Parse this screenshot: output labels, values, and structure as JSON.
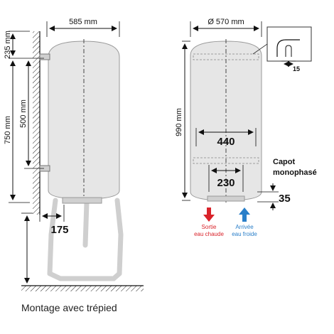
{
  "labels": {
    "width_left": "585 mm",
    "h_235": "235 mm",
    "h_750": "750 mm",
    "h_500": "500 mm",
    "bottom_175": "175",
    "caption": "Montage avec trépied",
    "diameter": "Ø 570 mm",
    "h_990": "990 mm",
    "w_440": "440",
    "w_230": "230",
    "h_35": "35",
    "detail_15": "15",
    "capot_line1": "Capot",
    "capot_line2": "monophasé",
    "outlet_line1": "Sortie",
    "outlet_line2": "eau chaude",
    "inlet_line1": "Arrivée",
    "inlet_line2": "eau froide"
  },
  "colors": {
    "hot_water": "#d9232a",
    "cold_water": "#2a7fc9",
    "tank_fill": "#e6e6e6",
    "line": "#111111"
  },
  "icons": {
    "outlet": "arrow-down-icon",
    "inlet": "arrow-up-icon"
  }
}
